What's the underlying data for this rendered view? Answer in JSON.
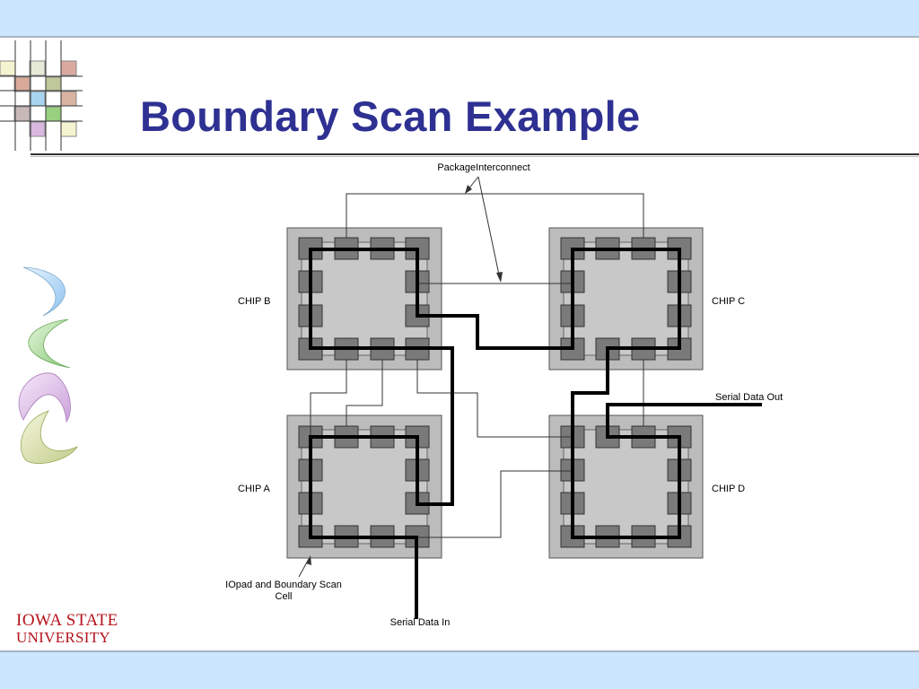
{
  "slide": {
    "title": "Boundary Scan Example",
    "logo_line1": "IOWA STATE",
    "logo_line2": "UNIVERSITY"
  },
  "diagram": {
    "labels": {
      "package_interconnect": "PackageInterconnect",
      "chip_a": "CHIP A",
      "chip_b": "CHIP B",
      "chip_c": "CHIP C",
      "chip_d": "CHIP D",
      "serial_data_out": "Serial Data Out",
      "serial_data_in": "Serial Data In",
      "iopad_line1": "IOpad and Boundary Scan",
      "iopad_line2": "Cell"
    }
  },
  "colors": {
    "title": "#2e3192",
    "band": "#cce6ff",
    "logo": "#b5121b",
    "chip_outer": "#bcbcbc",
    "chip_inner": "#c8c8c8",
    "cell": "#7a7a7a"
  }
}
